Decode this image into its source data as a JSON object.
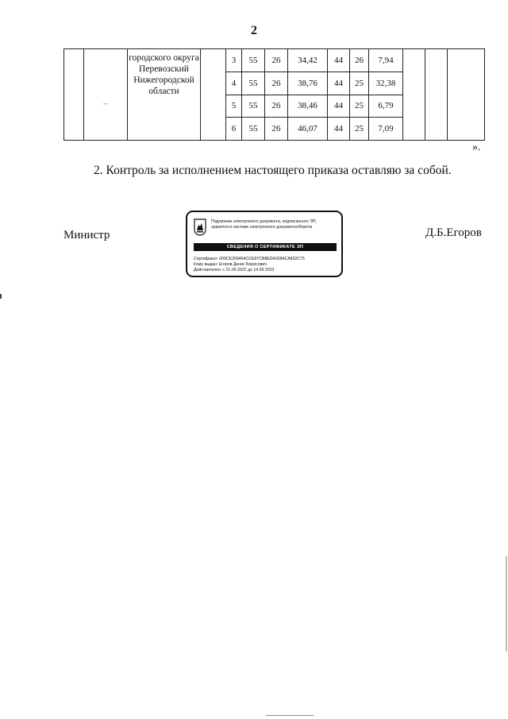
{
  "page": {
    "number": "2"
  },
  "table": {
    "district_lines": [
      "городского округа",
      "Перевозский",
      "Нижегородской",
      "области"
    ],
    "mark": "--",
    "rows": [
      [
        "3",
        "55",
        "26",
        "34,42",
        "44",
        "26",
        "7,94"
      ],
      [
        "4",
        "55",
        "26",
        "38,76",
        "44",
        "25",
        "32,38"
      ],
      [
        "5",
        "55",
        "26",
        "38,46",
        "44",
        "25",
        "6,79"
      ],
      [
        "6",
        "55",
        "26",
        "46,07",
        "44",
        "25",
        "7,09"
      ]
    ]
  },
  "closing_quote": "».",
  "paragraph": "2. Контроль за исполнением настоящего приказа оставляю за собой.",
  "signature": {
    "title": "Министр",
    "name": "Д.Б.Егоров"
  },
  "stamp": {
    "header_line1": "Подлинник электронного документа, подписанного ЭП,",
    "header_line2": "хранится в системе электронного документооборота",
    "bar": "СВЕДЕНИЯ О СЕРТИФИКАТЕ ЭП",
    "certificate_label": "Сертификат:",
    "certificate_value": "009CE309464CCE97CB8EDA3994CA832C75",
    "owner_label": "Кому выдан:",
    "owner_value": "Егоров Денис Борисович",
    "validity_label": "Действителен:",
    "validity_value": "с 21.06.2022 до 14.09.2023"
  }
}
